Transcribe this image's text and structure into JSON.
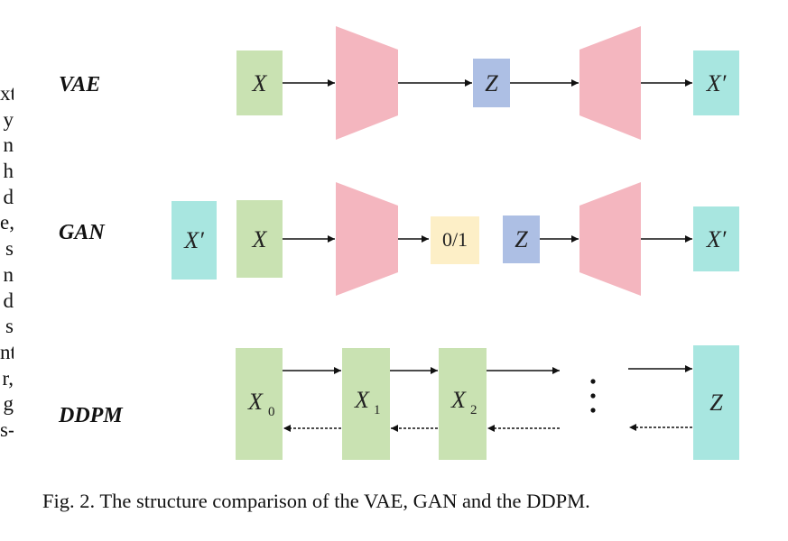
{
  "left_column_fragments": [
    "xt",
    "y",
    "n",
    "h",
    "d",
    "e,",
    "s",
    "n",
    "d",
    "s",
    "nt",
    "r,",
    "g",
    "s-"
  ],
  "rows": {
    "vae": "VAE",
    "gan": "GAN",
    "ddpm": "DDPM"
  },
  "vae": {
    "input": "X",
    "latent": "Z",
    "output": "X′"
  },
  "gan": {
    "real": "X′",
    "input": "X",
    "discriminator_output": "0/1",
    "latent": "Z",
    "output": "X′"
  },
  "ddpm": {
    "x0": "X",
    "x0_sub": "0",
    "x1": "X",
    "x1_sub": "1",
    "x2": "X",
    "x2_sub": "2",
    "latent": "Z"
  },
  "caption": {
    "text": "Fig. 2.  The structure comparison of the VAE, GAN and the DDPM."
  },
  "colors": {
    "data_box": "#c9e2b2",
    "network": "#f4b6bf",
    "latent_box": "#adbfe4",
    "output_box": "#a8e6e0",
    "label_box": "#fdefc7",
    "arrow": "#111111"
  }
}
